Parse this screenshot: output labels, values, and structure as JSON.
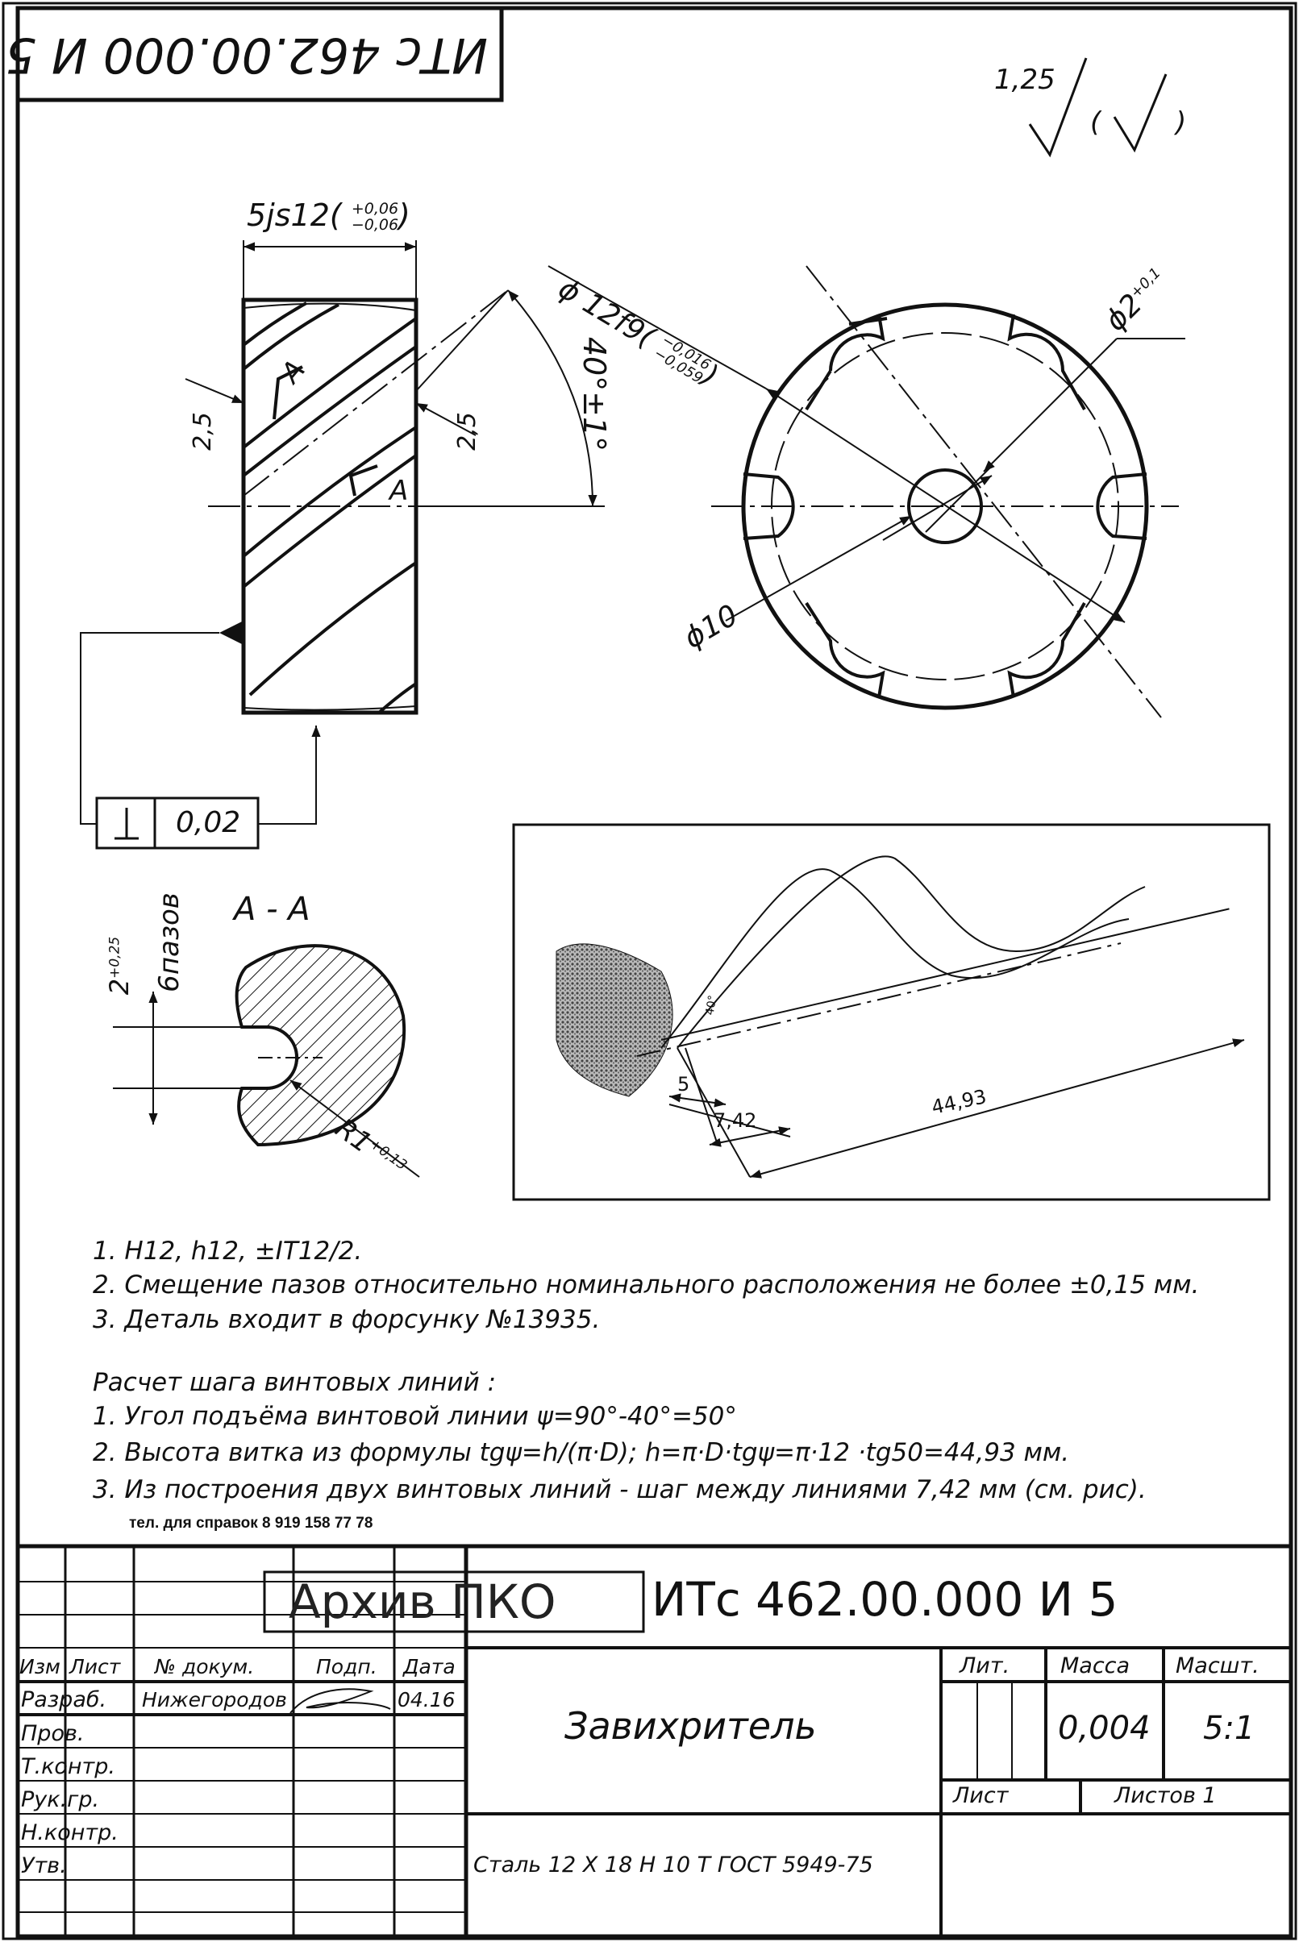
{
  "drawing": {
    "code_rotated": "ИТс 462.00.000 И 5",
    "roughness": {
      "value": "1,25",
      "paren_open": "(",
      "paren_close": ")"
    },
    "dimensions": {
      "width": "5js12(",
      "width_tol_upper": "+0,06",
      "width_tol_lower": "−0,06",
      "width_close": ")",
      "offset_left": "2,5",
      "offset_right": "2,5",
      "section_mark": "A",
      "angle": "40°±1°",
      "diameter_outer": "ϕ 12f9(",
      "diameter_outer_tol_upper": "−0,016",
      "diameter_outer_tol_lower": "−0,059",
      "diameter_outer_close": ")",
      "hole": "ϕ2",
      "hole_tol": "+0,1",
      "diameter_inner": "ϕ10",
      "perpendicularity": "0,02",
      "perpendicularity_symbol": "⊥",
      "section_title": "А - А",
      "slot_width": "2",
      "slot_width_tol": "+0,25",
      "slot_count": "6пазов",
      "radius": "R1",
      "radius_tol": "+0,13",
      "helix_dim_small": "5",
      "helix_dim_pitch": "7,42",
      "helix_dim_lead": "44,93",
      "helix_angle_mark": "40°"
    }
  },
  "notes": {
    "requirements": [
      "1.  H12,  h12,  ±IT12/2.",
      "2.  Смещение пазов относительно номинального расположения не более  ±0,15 мм.",
      "3.  Деталь входит в форсунку  №13935."
    ],
    "calc_title": "Расчет шага винтовых линий :",
    "calc": [
      "1.  Угол подъёма винтовой линии  ψ=90°-40°=50°",
      "2.  Высота витка из формулы  tgψ=h/(π·D);  h=π·D·tgψ=π·12 ·tg50=44,93 мм.",
      "3.  Из построения двух винтовых линий  - шаг между линиями  7,42 мм  (см. рис)."
    ],
    "phone": "тел. для справок 8 919 158 77 78"
  },
  "title_block": {
    "stamp": "Архив ПКО",
    "code": "ИТс 462.00.000 И 5",
    "headers": {
      "izm": "Изм",
      "list": "Лист",
      "doc": "№ докум.",
      "sign": "Подп.",
      "date": "Дата"
    },
    "rows": [
      {
        "role": "Разраб.",
        "name": "Нижегородов",
        "date": "04.16"
      },
      {
        "role": "Пров.",
        "name": "",
        "date": ""
      },
      {
        "role": "Т.контр.",
        "name": "",
        "date": ""
      },
      {
        "role": "Рук.гр.",
        "name": "",
        "date": ""
      },
      {
        "role": "Н.контр.",
        "name": "",
        "date": ""
      },
      {
        "role": "Утв.",
        "name": "",
        "date": ""
      }
    ],
    "part_name": "Завихритель",
    "lit_label": "Лит.",
    "mass_label": "Масса",
    "scale_label": "Масшт.",
    "mass": "0,004",
    "scale": "5:1",
    "sheet_label": "Лист",
    "sheets_label": "Листов  1",
    "material": "Сталь  12 Х 18 Н 10 Т  ГОСТ 5949-75"
  }
}
